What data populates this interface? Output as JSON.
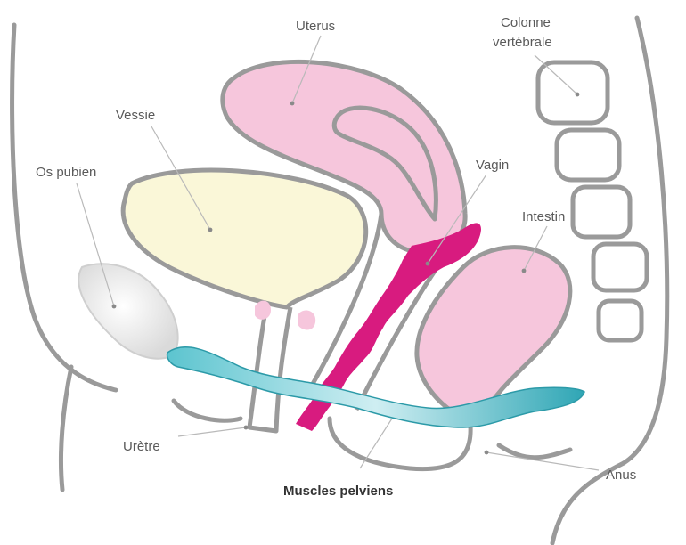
{
  "colors": {
    "outline": "#9a9a9a",
    "uterus": "#f6c6dc",
    "bladder": "#faf7d8",
    "bone": "#ededed",
    "vertebra": "#ffffff",
    "vagina": "#d81b7f",
    "muscle": "#3fb6c4",
    "leader_line": "#b9b9b9",
    "label_text": "#5a5a5a"
  },
  "labels": {
    "uterus": "Uterus",
    "colonne_line1": "Colonne",
    "colonne_line2": "vertébrale",
    "vessie": "Vessie",
    "os_pubien": "Os pubien",
    "vagin": "Vagin",
    "intestin": "Intestin",
    "uretre": "Urètre",
    "anus": "Anus",
    "muscles_pelviens": "Muscles pelviens"
  }
}
